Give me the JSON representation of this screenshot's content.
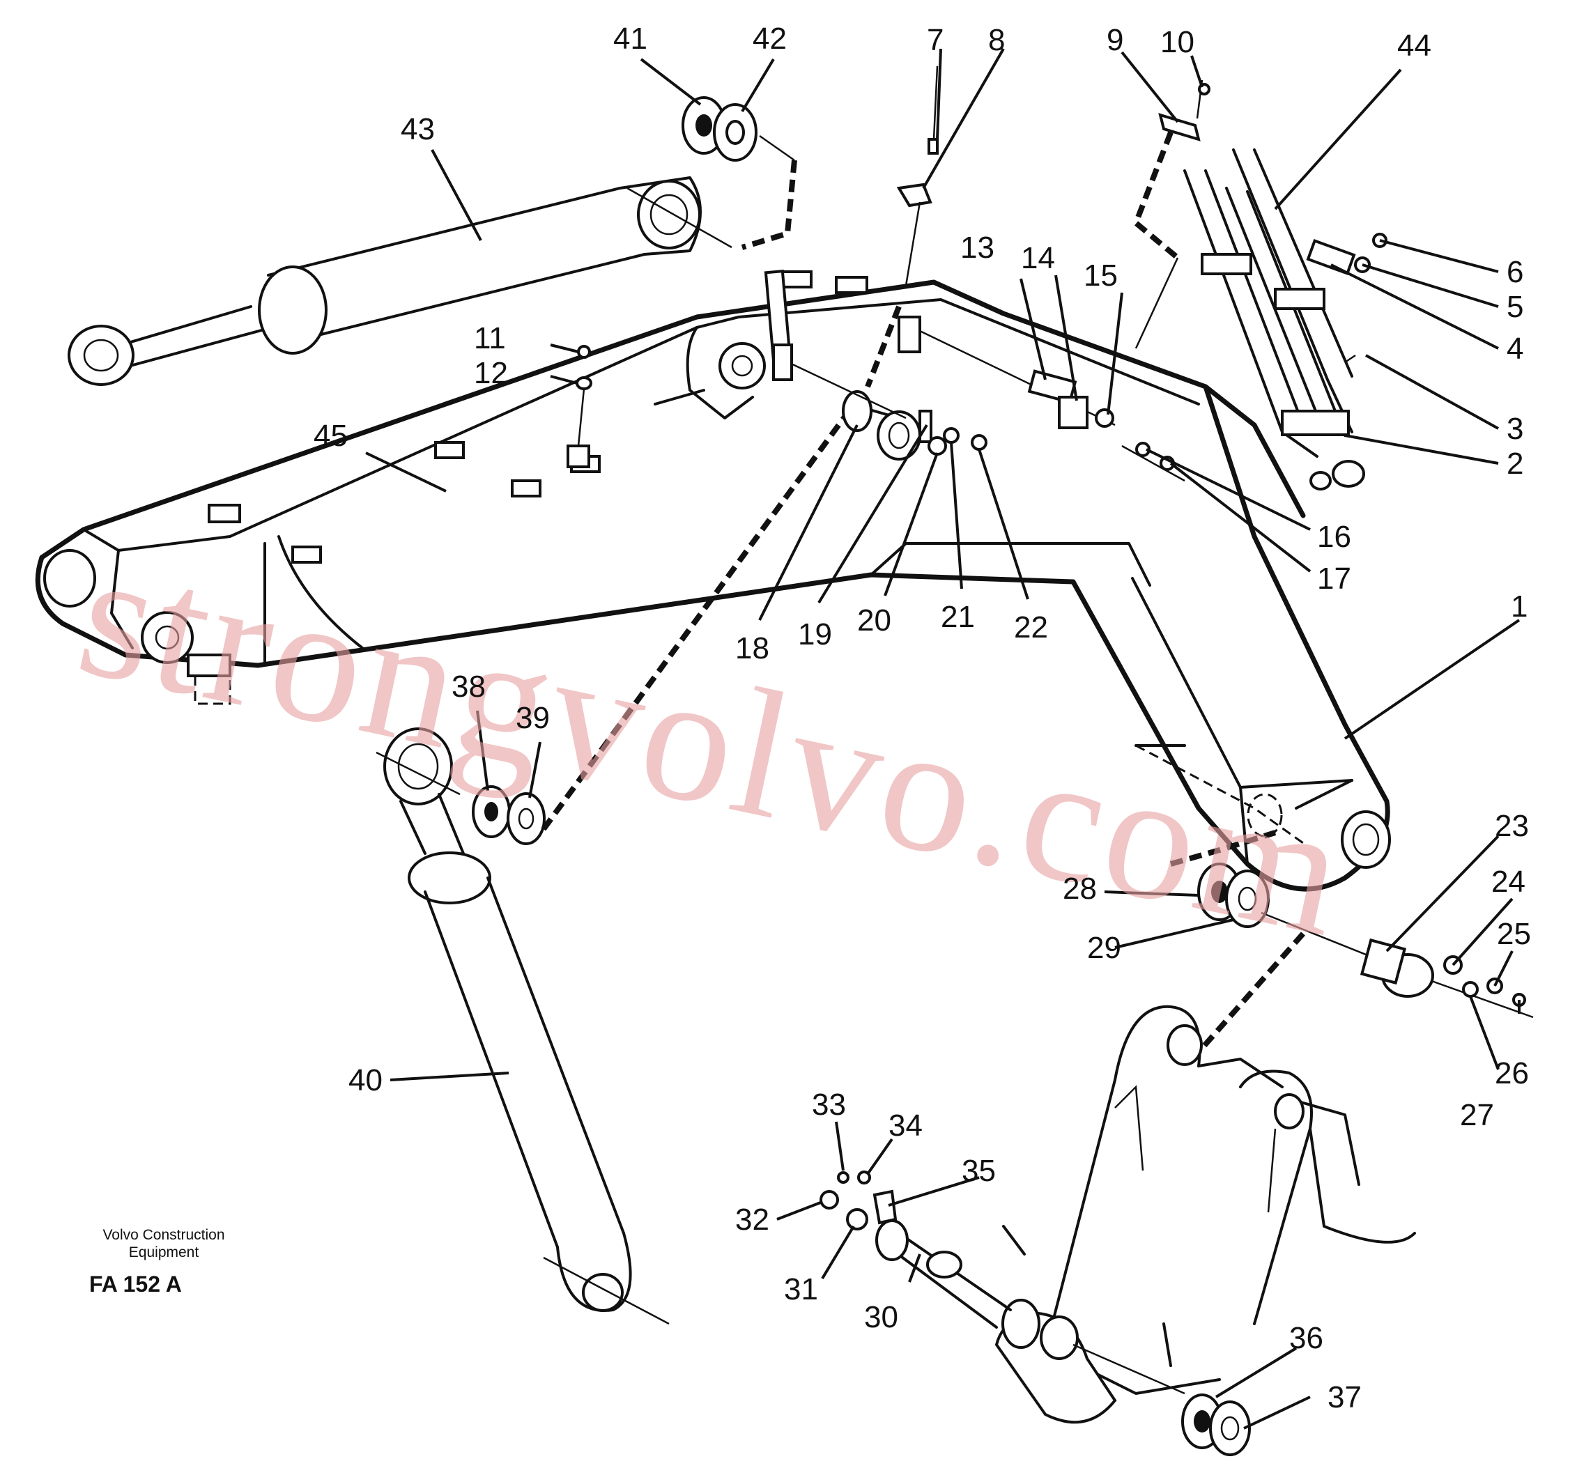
{
  "figure_code": "FA 152 A",
  "brand_line1": "Volvo Construction",
  "brand_line2": "Equipment",
  "watermark": "strongvolvo.com",
  "callouts": [
    {
      "id": "1",
      "label": "1"
    },
    {
      "id": "2",
      "label": "2"
    },
    {
      "id": "3",
      "label": "3"
    },
    {
      "id": "4",
      "label": "4"
    },
    {
      "id": "5",
      "label": "5"
    },
    {
      "id": "6",
      "label": "6"
    },
    {
      "id": "7",
      "label": "7"
    },
    {
      "id": "8",
      "label": "8"
    },
    {
      "id": "9",
      "label": "9"
    },
    {
      "id": "10",
      "label": "10"
    },
    {
      "id": "11",
      "label": "11"
    },
    {
      "id": "12",
      "label": "12"
    },
    {
      "id": "13",
      "label": "13"
    },
    {
      "id": "14",
      "label": "14"
    },
    {
      "id": "15",
      "label": "15"
    },
    {
      "id": "16",
      "label": "16"
    },
    {
      "id": "17",
      "label": "17"
    },
    {
      "id": "18",
      "label": "18"
    },
    {
      "id": "19",
      "label": "19"
    },
    {
      "id": "20",
      "label": "20"
    },
    {
      "id": "21",
      "label": "21"
    },
    {
      "id": "22",
      "label": "22"
    },
    {
      "id": "23",
      "label": "23"
    },
    {
      "id": "24",
      "label": "24"
    },
    {
      "id": "25",
      "label": "25"
    },
    {
      "id": "26",
      "label": "26"
    },
    {
      "id": "27",
      "label": "27"
    },
    {
      "id": "28",
      "label": "28"
    },
    {
      "id": "29",
      "label": "29"
    },
    {
      "id": "30",
      "label": "30"
    },
    {
      "id": "31",
      "label": "31"
    },
    {
      "id": "32",
      "label": "32"
    },
    {
      "id": "33",
      "label": "33"
    },
    {
      "id": "34",
      "label": "34"
    },
    {
      "id": "35",
      "label": "35"
    },
    {
      "id": "36",
      "label": "36"
    },
    {
      "id": "37",
      "label": "37"
    },
    {
      "id": "38",
      "label": "38"
    },
    {
      "id": "39",
      "label": "39"
    },
    {
      "id": "40",
      "label": "40"
    },
    {
      "id": "41",
      "label": "41"
    },
    {
      "id": "42",
      "label": "42"
    },
    {
      "id": "43",
      "label": "43"
    },
    {
      "id": "44",
      "label": "44"
    },
    {
      "id": "45",
      "label": "45"
    }
  ]
}
